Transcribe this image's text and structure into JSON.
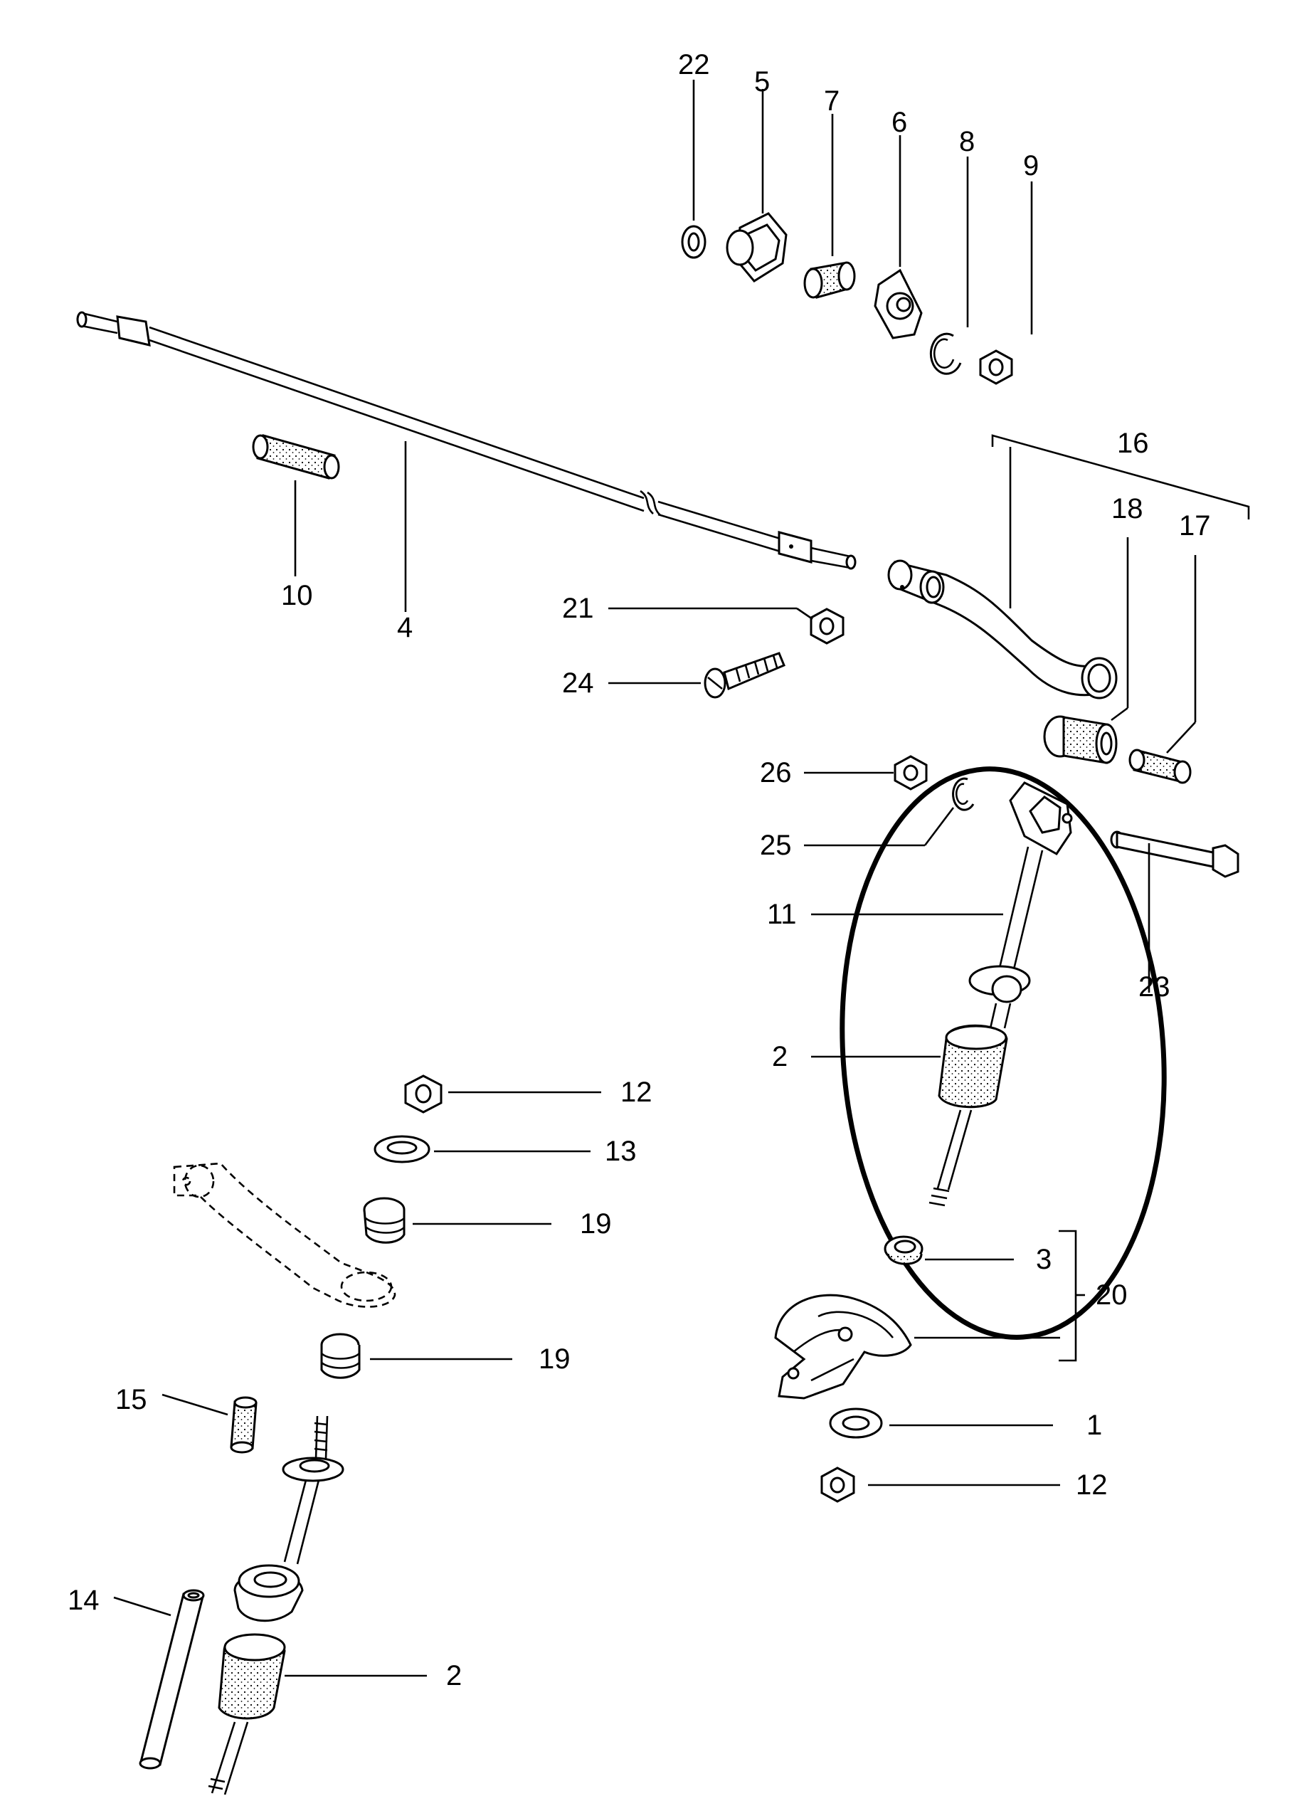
{
  "labels": {
    "l1": "1",
    "l2a": "2",
    "l2b": "2",
    "l3": "3",
    "l4": "4",
    "l5": "5",
    "l6": "6",
    "l7": "7",
    "l8": "8",
    "l9": "9",
    "l10": "10",
    "l11": "11",
    "l12a": "12",
    "l12b": "12",
    "l13": "13",
    "l14": "14",
    "l15": "15",
    "l16": "16",
    "l17": "17",
    "l18": "18",
    "l19a": "19",
    "l19b": "19",
    "l20": "20",
    "l21": "21",
    "l22": "22",
    "l23": "23",
    "l24": "24",
    "l25": "25",
    "l26": "26"
  },
  "colors": {
    "ink": "#000000",
    "paper": "#ffffff"
  }
}
